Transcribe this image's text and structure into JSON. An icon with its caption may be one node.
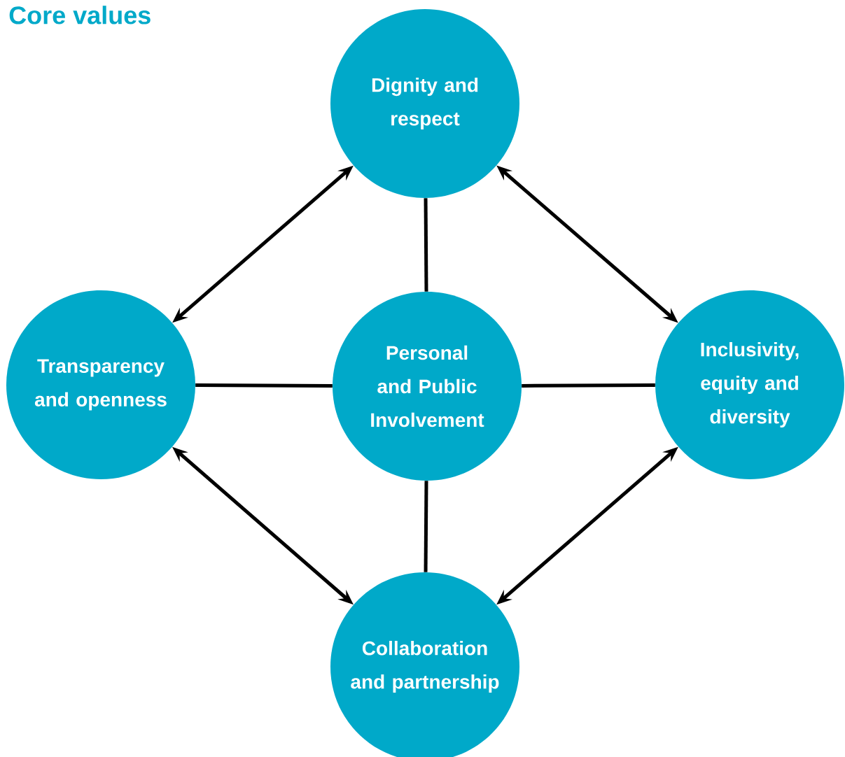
{
  "diagram": {
    "title": "Core values",
    "nodes": [
      {
        "text": [
          "Dignity and respect"
        ]
      },
      {
        "text": [
          "Transparency and openness"
        ]
      },
      {
        "text": [
          "Personal and Public Involvement"
        ]
      },
      {
        "text": [
          "Inclusivity, equity and diversity"
        ]
      },
      {
        "text": [
          "Collaboration and partnership"
        ]
      }
    ],
    "edges": [
      {
        "from": 0,
        "to": 1,
        "arrow": "both"
      },
      {
        "from": 0,
        "to": 3,
        "arrow": "both"
      },
      {
        "from": 1,
        "to": 4,
        "arrow": "both"
      },
      {
        "from": 3,
        "to": 4,
        "arrow": "both"
      },
      {
        "from": 2,
        "to": 0,
        "arrow": "none"
      },
      {
        "from": 2,
        "to": 1,
        "arrow": "none"
      },
      {
        "from": 2,
        "to": 3,
        "arrow": "none"
      },
      {
        "from": 2,
        "to": 4,
        "arrow": "none"
      }
    ]
  }
}
